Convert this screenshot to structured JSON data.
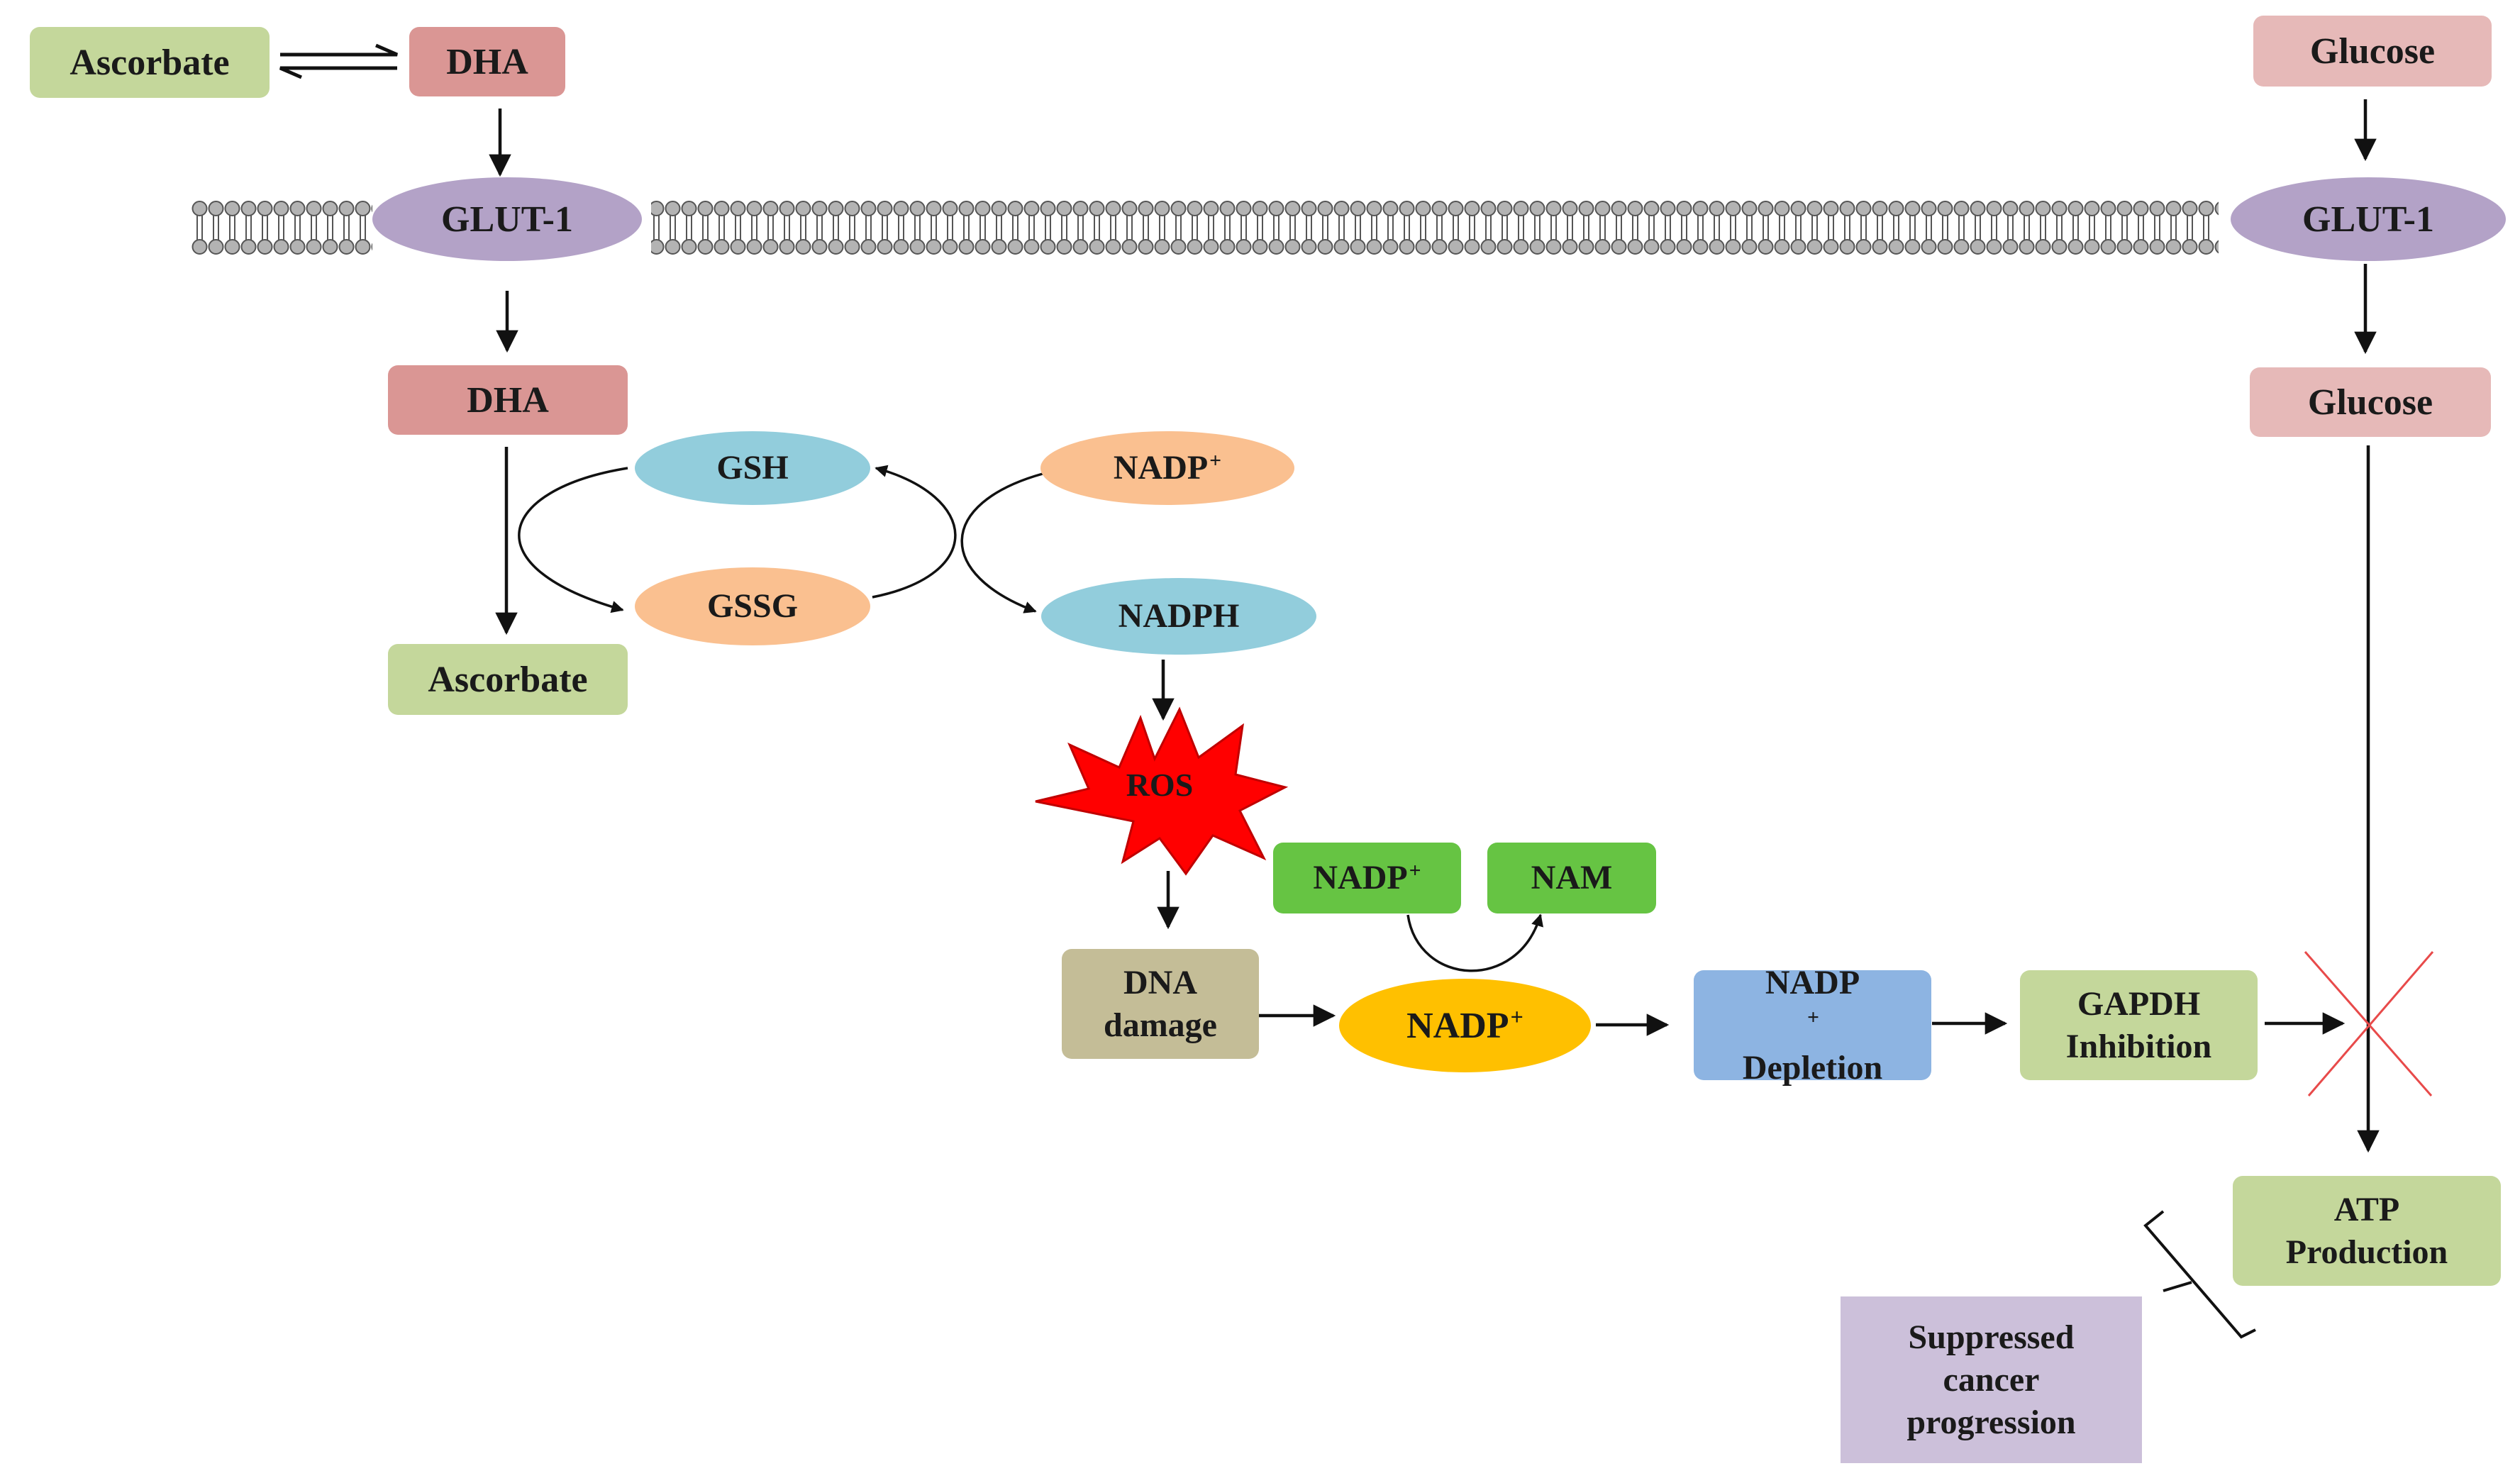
{
  "colors": {
    "green_light": "#c4d79b",
    "red_rose": "#da9694",
    "pink_light": "#e6b9b8",
    "lavender": "#b3a2c7",
    "blue_light": "#92cddc",
    "peach": "#fac090",
    "green_bright": "#66c443",
    "tan": "#c4bd97",
    "yellow": "#ffc000",
    "blue_med": "#8db4e2",
    "purple_light": "#ccc0da",
    "ros_red": "#ff0000",
    "membrane_head": "#b3b3b3",
    "cross_red": "#e84a4a"
  },
  "nodes": {
    "ascorbate_out": "Ascorbate",
    "dha_out": "DHA",
    "glut1_left": "GLUT-1",
    "glucose_out": "Glucose",
    "glut1_right": "GLUT-1",
    "dha_in": "DHA",
    "glucose_in": "Glucose",
    "gsh": "GSH",
    "gssg": "GSSG",
    "ascorbate_in": "Ascorbate",
    "nadp_top": "NADP",
    "nadph": "NADPH",
    "ros": "ROS",
    "nadp_small": "NADP",
    "nam": "NAM",
    "dna_damage_line1": "DNA",
    "dna_damage_line2": "damage",
    "nadp_yellow": "NADP",
    "nadp_depletion_line1": "NADP",
    "nadp_depletion_line2": "Depletion",
    "gapdh_line1": "GAPDH",
    "gapdh_line2": "Inhibition",
    "atp_line1": "ATP",
    "atp_line2": "Production",
    "suppressed_line1": "Suppressed",
    "suppressed_line2": "cancer",
    "suppressed_line3": "progression",
    "plus_sign": "+"
  }
}
